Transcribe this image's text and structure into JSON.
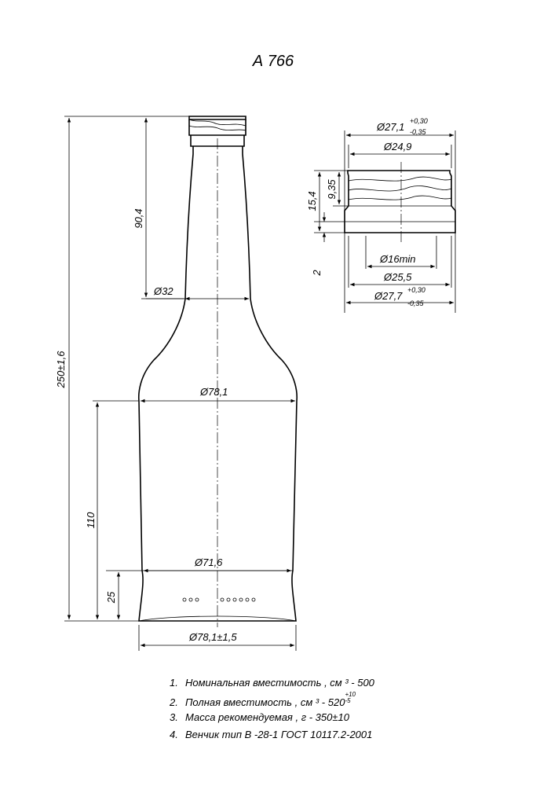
{
  "title": "А 766",
  "dimensions": {
    "height_total": "250±1,6",
    "neck_height": "90,4",
    "neck_diameter": "Ø32",
    "shoulder_diameter": "Ø78,1",
    "body_height": "110",
    "base_band_height": "25",
    "base_band_diameter": "Ø71,6",
    "bottom_diameter": "Ø78,1±1,5"
  },
  "finish": {
    "outer_top": "Ø27,1",
    "outer_top_tol_upper": "+0,30",
    "outer_top_tol_lower": "-0,35",
    "thread_diameter": "Ø24,9",
    "height_total": "15,4",
    "thread_height": "9,35",
    "collar_height": "2",
    "bore": "Ø16min",
    "collar_diameter": "Ø25,5",
    "outer_bottom": "Ø27,7",
    "outer_bottom_tol_upper": "+0,30",
    "outer_bottom_tol_lower": "-0,35"
  },
  "notes": [
    {
      "num": "1.",
      "text": "Номинальная вместимость , см ³ - 500",
      "tol_upper": "",
      "tol_lower": "",
      "suffix": ""
    },
    {
      "num": "2.",
      "text": "Полная вместимость , см ³ - 520",
      "tol_upper": "+10",
      "tol_lower": "-5",
      "suffix": ""
    },
    {
      "num": "3.",
      "text": "Масса рекомендуемая , г - 350±10",
      "tol_upper": "",
      "tol_lower": "",
      "suffix": ""
    },
    {
      "num": "4.",
      "text": "Венчик тип В -28-1 ГОСТ 10117.2-2001",
      "tol_upper": "",
      "tol_lower": "",
      "suffix": ""
    }
  ]
}
